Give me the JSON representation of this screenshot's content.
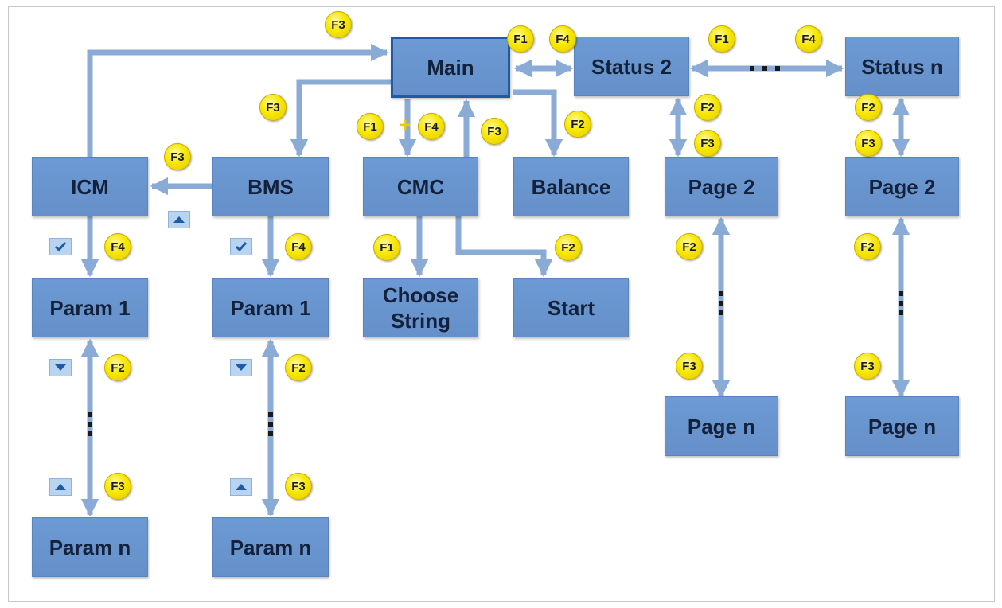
{
  "nodes": {
    "main": "Main",
    "status2": "Status 2",
    "status_n": "Status n",
    "icm": "ICM",
    "bms": "BMS",
    "cmc": "CMC",
    "balance": "Balance",
    "page2_a": "Page 2",
    "page2_b": "Page 2",
    "param1_a": "Param 1",
    "param1_b": "Param 1",
    "choose_string": "Choose String",
    "start": "Start",
    "param_n_a": "Param n",
    "param_n_b": "Param n",
    "page_n_a": "Page n",
    "page_n_b": "Page n"
  },
  "keys": {
    "f1": "F1",
    "f2": "F2",
    "f3": "F3",
    "f4": "F4",
    "plus": "+"
  },
  "icons": {
    "up": "triangle-up-icon",
    "down": "triangle-down-icon",
    "check": "check-icon"
  },
  "colors": {
    "node_fill": "#6a96d0",
    "node_text": "#14213b",
    "selected_border": "#1f5aa6",
    "arrow": "#8aabd6",
    "key_fill": "#f7e800",
    "button_fill": "#b8d4f0",
    "button_glyph": "#1f5aa6"
  }
}
